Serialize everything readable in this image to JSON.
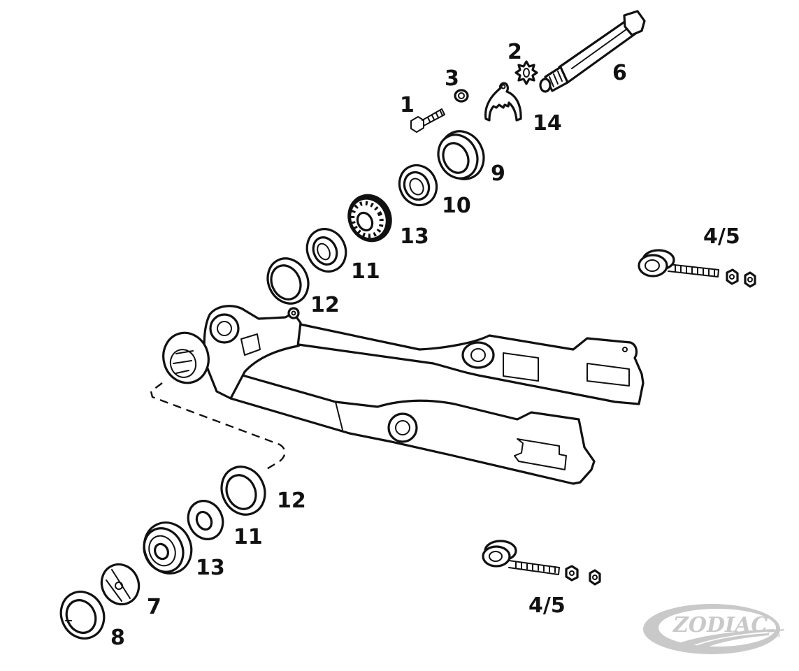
{
  "diagram": {
    "subject": "Swingarm assembly exploded parts view",
    "parts": [
      {
        "id": "p1",
        "number": "1",
        "name": "Bolt"
      },
      {
        "id": "p2",
        "number": "2",
        "name": "Star washer"
      },
      {
        "id": "p3",
        "number": "3",
        "name": "Nut"
      },
      {
        "id": "p45a",
        "number": "4/5",
        "name": "Axle adjuster bolt with nuts (upper)"
      },
      {
        "id": "p45b",
        "number": "4/5",
        "name": "Axle adjuster bolt with nuts (lower)"
      },
      {
        "id": "p6",
        "number": "6",
        "name": "Pivot shaft"
      },
      {
        "id": "p7",
        "number": "7",
        "name": "Cap"
      },
      {
        "id": "p8",
        "number": "8",
        "name": "Retaining ring"
      },
      {
        "id": "p9",
        "number": "9",
        "name": "Housing cup"
      },
      {
        "id": "p10",
        "number": "10",
        "name": "Spacer"
      },
      {
        "id": "p11a",
        "number": "11",
        "name": "Washer (upper)"
      },
      {
        "id": "p11b",
        "number": "11",
        "name": "Washer (lower)"
      },
      {
        "id": "p12a",
        "number": "12",
        "name": "Seal (upper)"
      },
      {
        "id": "p12b",
        "number": "12",
        "name": "Seal (lower)"
      },
      {
        "id": "p13a",
        "number": "13",
        "name": "Bearing (upper)"
      },
      {
        "id": "p13b",
        "number": "13",
        "name": "Bearing (lower)"
      },
      {
        "id": "p14",
        "number": "14",
        "name": "Lock plate"
      },
      {
        "id": "swingarm",
        "number": "",
        "name": "Swingarm"
      }
    ],
    "labels": {
      "l1": "1",
      "l2": "2",
      "l3": "3",
      "l6": "6",
      "l14": "14",
      "l9": "9",
      "l10": "10",
      "l13a": "13",
      "l11a": "11",
      "l12a": "12",
      "l45a": "4/5",
      "l12b": "12",
      "l11b": "11",
      "l13b": "13",
      "l7": "7",
      "l8": "8",
      "l45b": "4/5"
    }
  },
  "brand": {
    "logo_text": "ZODIAC",
    "trademark": "TM",
    "logo_color": "#c9c9c9"
  }
}
